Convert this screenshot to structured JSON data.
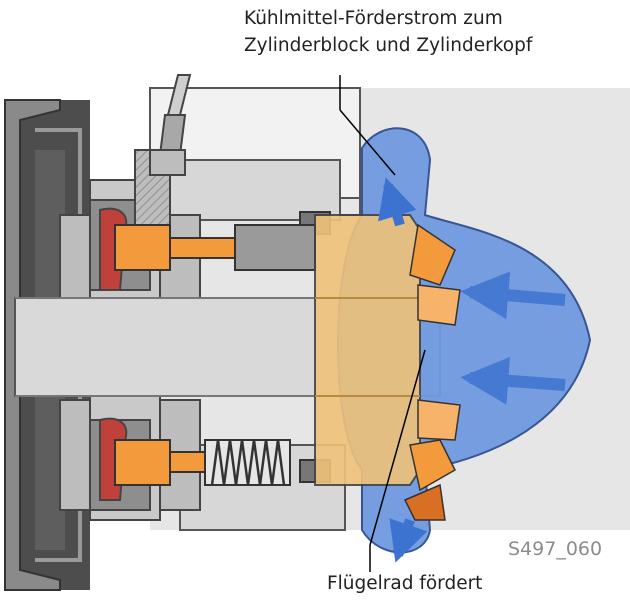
{
  "callouts": {
    "coolant_flow_line1": "Kühlmittel-Förderstrom zum",
    "coolant_flow_line2": "Zylinderblock und Zylinderkopf",
    "impeller": "Flügelrad fördert"
  },
  "figure_id": "S497_060",
  "colors": {
    "coolant_blue": "#6f9ae0",
    "flow_arrow": "#3d73d0",
    "impeller_orange": "#f29a3c",
    "slider_tan": "#f0c27a",
    "housing_light": "#e6e6e6",
    "housing_mid": "#c9c9c9",
    "pulley_dark": "#4d4d4d",
    "seal_red": "#c0413a"
  }
}
